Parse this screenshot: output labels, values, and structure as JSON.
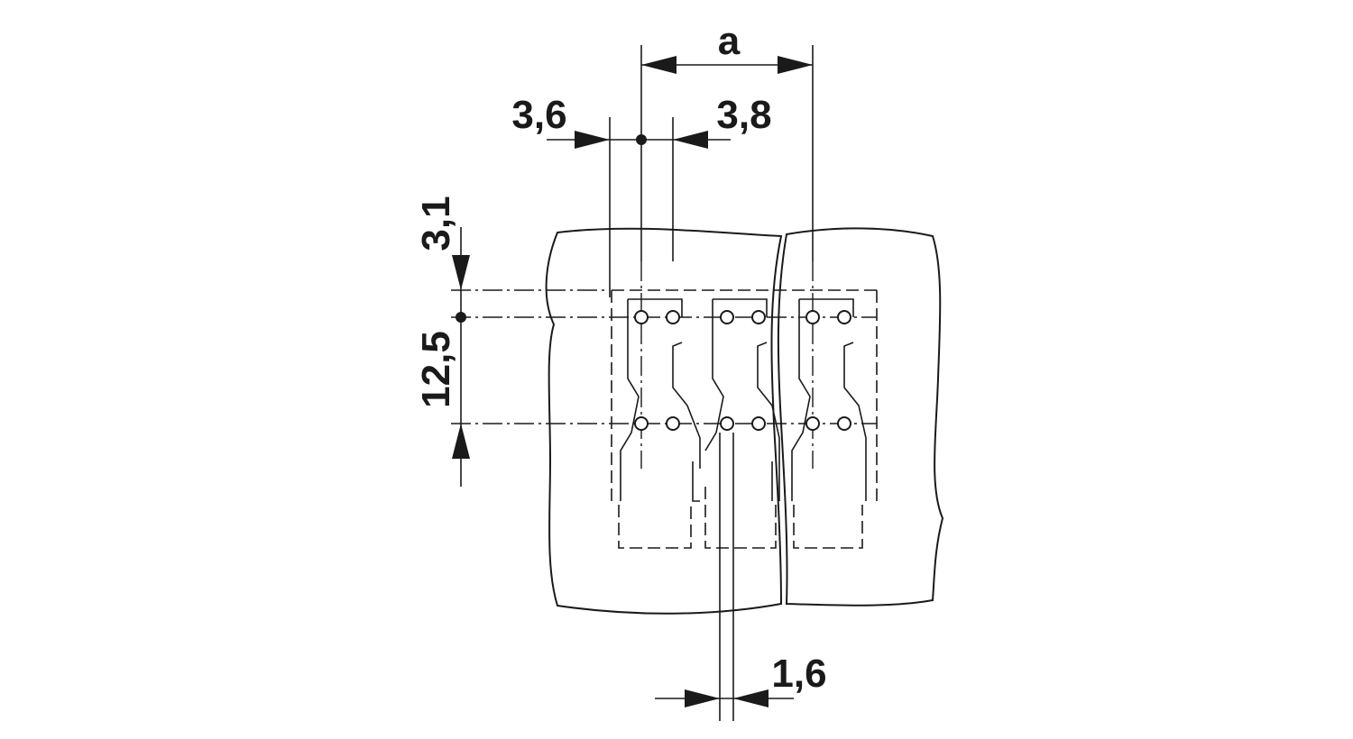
{
  "labels": {
    "pitch": "a",
    "offset_left": "3,6",
    "offset_right": "3,8",
    "top_offset": "3,1",
    "row_spacing": "12,5",
    "slot_width": "1,6"
  },
  "colors": {
    "line": "#1a1a1a",
    "background": "#ffffff"
  }
}
